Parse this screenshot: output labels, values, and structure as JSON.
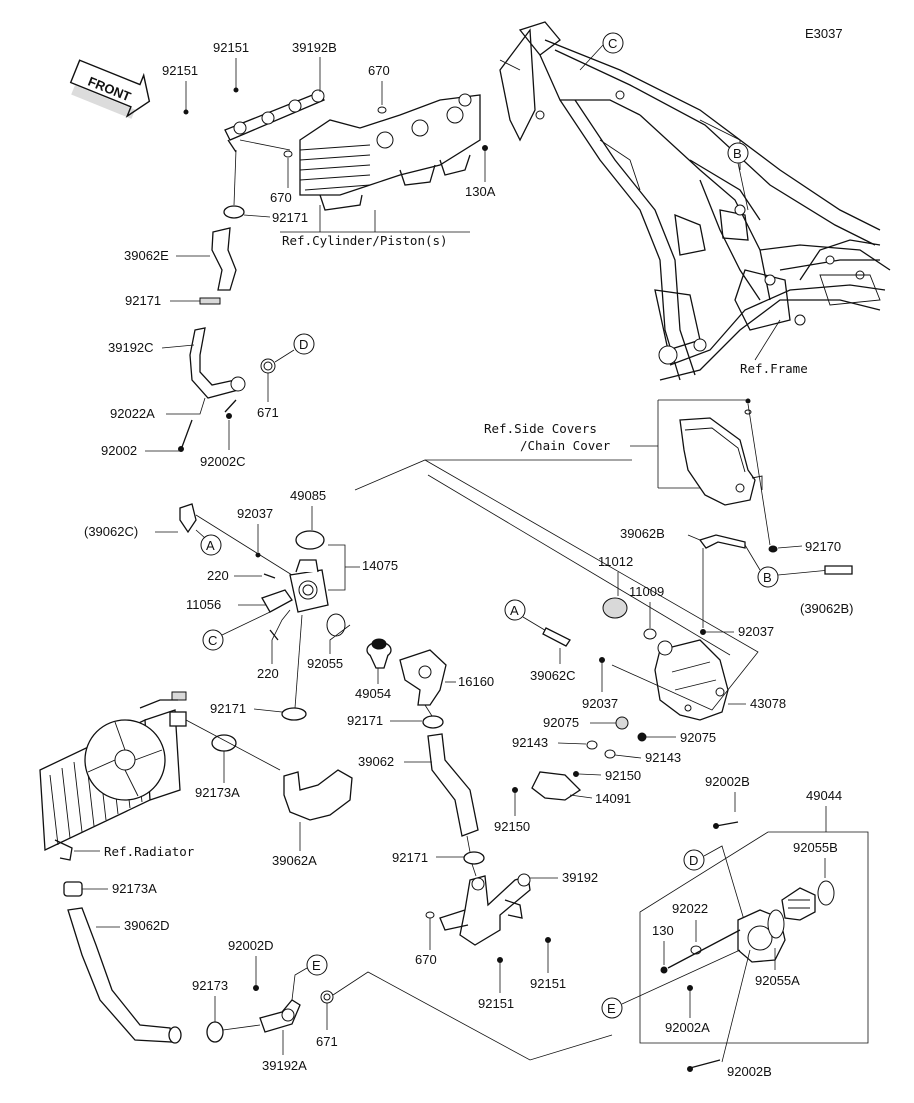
{
  "diagram_code": "E3037",
  "front_arrow": "FRONT",
  "refs": {
    "cylinder": "Ref.Cylinder/Piston(s)",
    "frame": "Ref.Frame",
    "side_covers_1": "Ref.Side Covers",
    "side_covers_2": "/Chain Cover",
    "radiator": "Ref.Radiator"
  },
  "callouts": {
    "A": "A",
    "B": "B",
    "C": "C",
    "D": "D",
    "E": "E"
  },
  "parts": {
    "p92151_a": "92151",
    "p92151_b": "92151",
    "p39192B": "39192B",
    "p670_a": "670",
    "p670_b": "670",
    "p130A": "130A",
    "p92171_a": "92171",
    "p39062E": "39062E",
    "p92171_b": "92171",
    "p39192C": "39192C",
    "p671_a": "671",
    "p92022A": "92022A",
    "p92002": "92002",
    "p92002C": "92002C",
    "p39062C_paren": "(39062C)",
    "p92037_a": "92037",
    "p49085": "49085",
    "p14075": "14075",
    "p220_a": "220",
    "p11056": "11056",
    "p220_b": "220",
    "p92055": "92055",
    "p49054": "49054",
    "p16160": "16160",
    "p92171_c": "92171",
    "p92171_d": "92171",
    "p92173A_a": "92173A",
    "p39062A": "39062A",
    "p39062": "39062",
    "p92171_e": "92171",
    "p39192": "39192",
    "p670_c": "670",
    "p92151_c": "92151",
    "p92151_d": "92151",
    "p92173A_b": "92173A",
    "p39062D": "39062D",
    "p92002D": "92002D",
    "p92173": "92173",
    "p671_b": "671",
    "p39192A": "39192A",
    "p39062B": "39062B",
    "p92170": "92170",
    "p39062B_paren": "(39062B)",
    "p11012": "11012",
    "p11009": "11009",
    "p92037_b": "92037",
    "p39062C": "39062C",
    "p92037_c": "92037",
    "p43078": "43078",
    "p92075_a": "92075",
    "p92075_b": "92075",
    "p92143_a": "92143",
    "p92143_b": "92143",
    "p92150_a": "92150",
    "p14091": "14091",
    "p92150_b": "92150",
    "p92002B_a": "92002B",
    "p49044": "49044",
    "p92055B": "92055B",
    "p92022": "92022",
    "p130": "130",
    "p92055A": "92055A",
    "p92002A": "92002A",
    "p92002B_b": "92002B"
  }
}
